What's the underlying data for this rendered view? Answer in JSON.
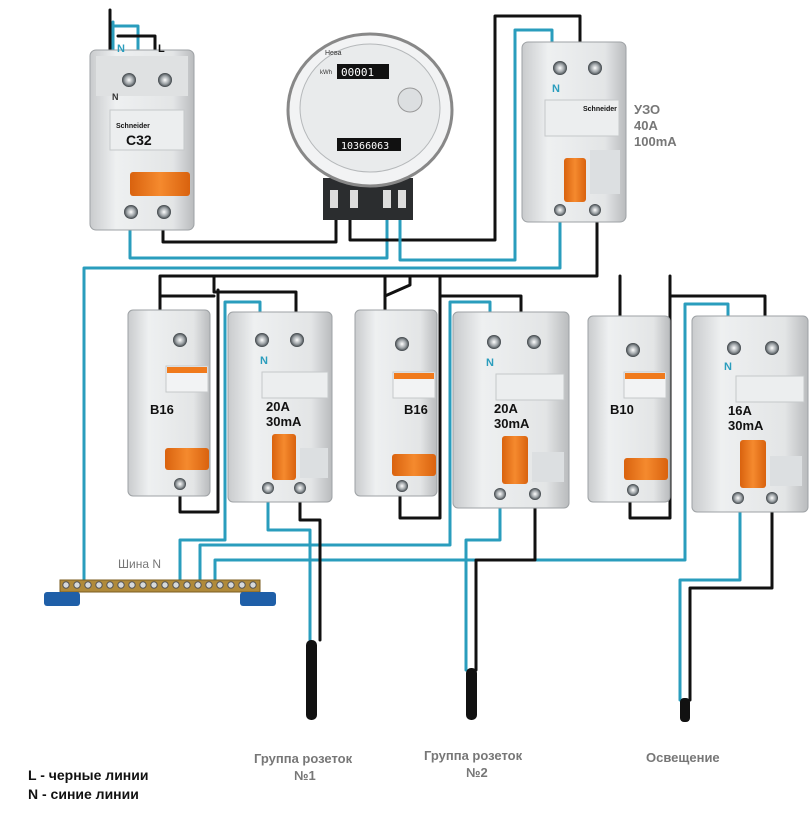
{
  "main_breaker": {
    "rating": "C32",
    "label_n": "N",
    "label_l": "L",
    "brand": "Schneider",
    "label_n_side": "N"
  },
  "meter": {
    "brand": "Нева",
    "counter": "00001",
    "serial": "10366063",
    "unit": "kWh"
  },
  "rcd_main": {
    "title": "УЗО",
    "current": "40A",
    "leak": "100mA",
    "label_n": "N",
    "brand": "Schneider"
  },
  "breakers": [
    {
      "id": "b1",
      "rating": "B16"
    },
    {
      "id": "b2",
      "rating": "B16"
    },
    {
      "id": "b3",
      "rating": "B10"
    }
  ],
  "rcds": [
    {
      "id": "r1",
      "current": "20A",
      "leak": "30mA",
      "label_n": "N"
    },
    {
      "id": "r2",
      "current": "20A",
      "leak": "30mA",
      "label_n": "N"
    },
    {
      "id": "r3",
      "current": "16A",
      "leak": "30mA",
      "label_n": "N"
    }
  ],
  "busbar": {
    "label": "Шина N"
  },
  "groups": [
    {
      "id": "g1",
      "line1": "Группа розеток",
      "line2": "№1"
    },
    {
      "id": "g2",
      "line1": "Группа розеток",
      "line2": "№2"
    },
    {
      "id": "g3",
      "line1": "Освещение",
      "line2": ""
    }
  ],
  "legend": {
    "line1": "L - черные линии",
    "line2": "N - синие линии"
  },
  "colors": {
    "phase": "#111111",
    "neutral": "#2a9dbd",
    "handle": "#f07a1c",
    "device": "#e6e7e8"
  }
}
